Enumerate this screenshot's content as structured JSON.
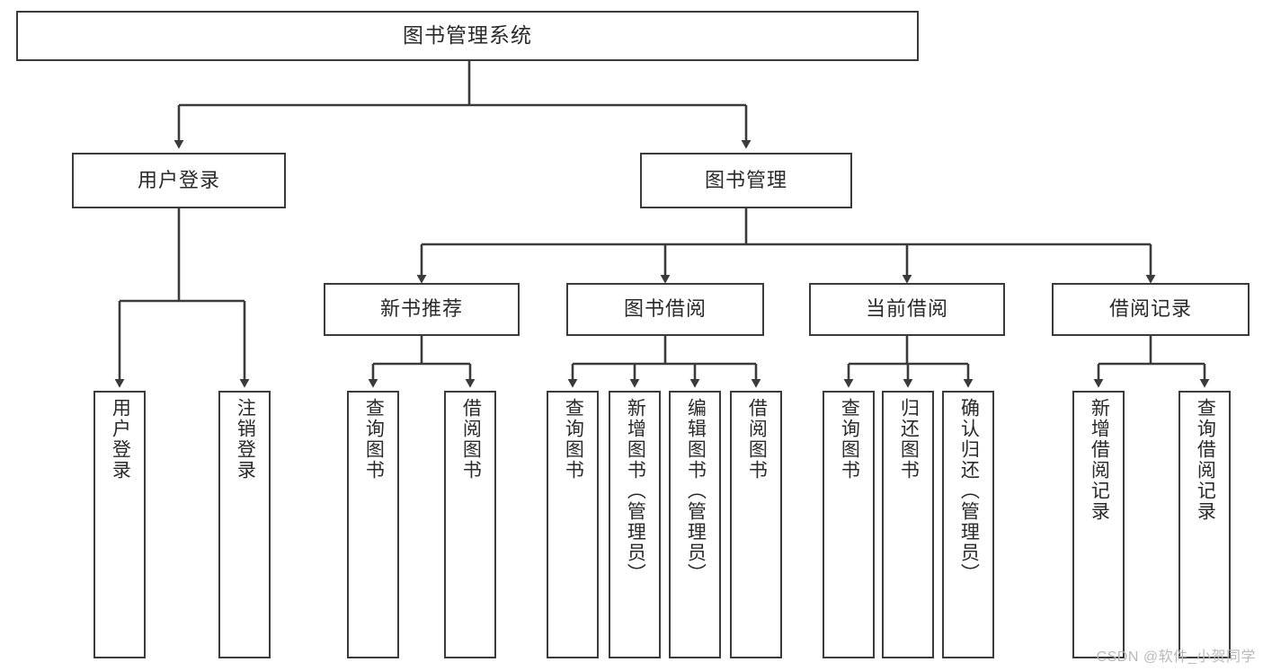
{
  "diagram": {
    "title": "图书管理系统",
    "type": "tree",
    "style": {
      "box_border_color": "#3b3b3b",
      "box_fill_color": "#ffffff",
      "line_color": "#3b3b3b",
      "text_color": "#2a2a2a",
      "background": "#ffffff"
    },
    "nodes": {
      "root": {
        "label": "图书管理系统"
      },
      "level2": [
        {
          "id": "user-login",
          "label": "用户登录"
        },
        {
          "id": "book-manage",
          "label": "图书管理"
        }
      ],
      "level3": [
        {
          "id": "new-book-recommend",
          "label": "新书推荐"
        },
        {
          "id": "book-borrow",
          "label": "图书借阅"
        },
        {
          "id": "current-borrow",
          "label": "当前借阅"
        },
        {
          "id": "borrow-record",
          "label": "借阅记录"
        }
      ],
      "leaves": {
        "user_login": [
          {
            "id": "leaf-user-login",
            "label": "用户登录"
          },
          {
            "id": "leaf-logout-login",
            "label": "注销登录"
          }
        ],
        "new_book_recommend": [
          {
            "id": "leaf-query-book-1",
            "label": "查询图书"
          },
          {
            "id": "leaf-borrow-book-1",
            "label": "借阅图书"
          }
        ],
        "book_borrow": [
          {
            "id": "leaf-query-book-2",
            "label": "查询图书"
          },
          {
            "id": "leaf-add-book",
            "label": "新增图书（管理员）"
          },
          {
            "id": "leaf-edit-book",
            "label": "编辑图书（管理员）"
          },
          {
            "id": "leaf-borrow-book-2",
            "label": "借阅图书"
          }
        ],
        "current_borrow": [
          {
            "id": "leaf-query-book-3",
            "label": "查询图书"
          },
          {
            "id": "leaf-return-book",
            "label": "归还图书"
          },
          {
            "id": "leaf-confirm-return",
            "label": "确认归还（管理员）"
          }
        ],
        "borrow_record": [
          {
            "id": "leaf-add-record",
            "label": "新增借阅记录"
          },
          {
            "id": "leaf-query-record",
            "label": "查询借阅记录"
          }
        ]
      }
    }
  },
  "watermark": {
    "text": "CSDN @软件_小贺同学"
  }
}
